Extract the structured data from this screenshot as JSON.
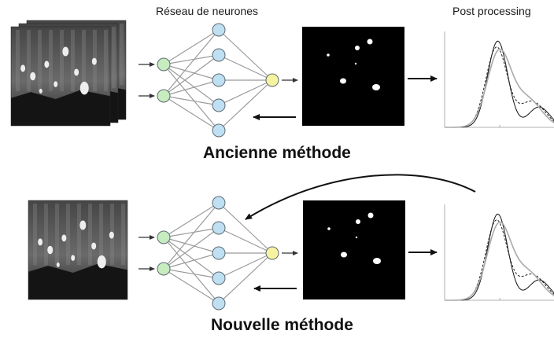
{
  "labels": {
    "network": "Réseau de neurones",
    "post_processing": "Post processing",
    "old_method": "Ancienne méthode",
    "new_method": "Nouvelle méthode"
  },
  "colors": {
    "input_node": "#c6ecc0",
    "hidden_node": "#bfe0f2",
    "output_node": "#f6f3a0",
    "node_stroke": "#5e6a72",
    "edge": "#9a9a9a",
    "arrow": "#111111",
    "mask_background": "#000000",
    "mask_blob": "#ffffff"
  },
  "icons": {
    "input_images": "grayscale-image-stack-icon",
    "mask": "segmentation-mask-icon",
    "plot": "distribution-curve-plot-icon"
  }
}
